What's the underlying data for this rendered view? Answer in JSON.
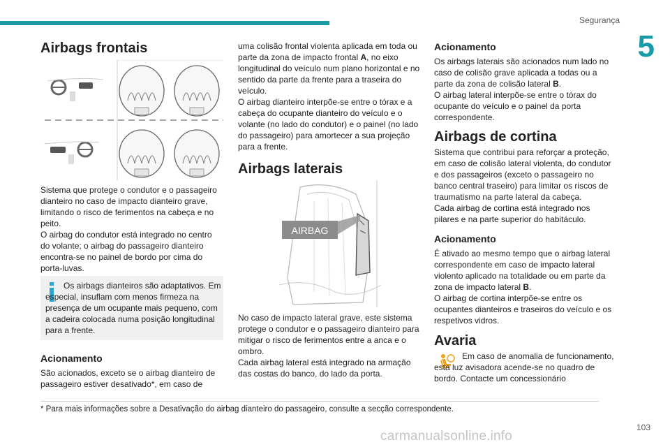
{
  "header": {
    "section": "Segurança",
    "chapter": "5"
  },
  "col1": {
    "title": "Airbags frontais",
    "p1": "Sistema que protege o condutor e o passageiro dianteiro no caso de impacto dianteiro grave, limitando o risco de ferimentos na cabeça e no peito.",
    "p2": "O airbag do condutor está integrado no centro do volante; o airbag do passageiro dianteiro encontra-se no painel de bordo por cima do porta-luvas.",
    "info": "Os airbags dianteiros são adaptativos. Em especial, insuflam com menos firmeza na presença de um ocupante mais pequeno, com a cadeira colocada numa posição longitudinal para a frente.",
    "h_acionamento": "Acionamento",
    "p3": "São acionados, exceto se o airbag dianteiro de passageiro estiver desativado*, em caso de"
  },
  "col2": {
    "p1a": "uma colisão frontal violenta aplicada em toda ou parte da zona de impacto frontal ",
    "p1b": "A",
    "p1c": ", no eixo longitudinal do veículo num plano horizontal e no sentido da parte da frente para a traseira do veículo.",
    "p2": "O airbag dianteiro interpõe-se entre o tórax e a cabeça do ocupante dianteiro do veículo e o volante (no lado do condutor) e o painel (no lado do passageiro) para amortecer a sua projeção para a frente.",
    "title": "Airbags laterais",
    "airbag_label": "AIRBAG",
    "p3": "No caso de impacto lateral grave, este sistema protege o condutor e o passageiro dianteiro para mitigar o risco de ferimentos entre a anca e o ombro.",
    "p4": "Cada airbag lateral está integrado na armação das costas do banco, do lado da porta."
  },
  "col3": {
    "h_acionamento1": "Acionamento",
    "p1a": "Os airbags laterais são acionados num lado no caso de colisão grave aplicada a todas ou a parte da zona de colisão lateral ",
    "p1b": "B",
    "p1c": ".",
    "p2": "O airbag lateral interpõe-se entre o tórax do ocupante do veículo e o painel da porta correspondente.",
    "title_cortina": "Airbags de cortina",
    "p3": "Sistema que contribui para reforçar a proteção, em caso de colisão lateral violenta, do condutor e dos passageiros (exceto o passageiro no banco central traseiro) para limitar os riscos de traumatismo na parte lateral da cabeça.",
    "p4": "Cada airbag de cortina está integrado nos pilares e na parte superior do habitáculo.",
    "h_acionamento2": "Acionamento",
    "p5": "É ativado ao mesmo tempo que o airbag lateral correspondente em caso de impacto lateral violento aplicado na totalidade ou em parte da zona de impacto lateral ",
    "p5b": "B",
    "p5c": ".",
    "p6": "O airbag de cortina interpõe-se entre os ocupantes dianteiros e traseiros do veículo e os respetivos vidros.",
    "title_avaria": "Avaria",
    "p7": "Em caso de anomalia de funcionamento, esta luz avisadora acende-se no quadro de bordo. Contacte um concessionário"
  },
  "footer": {
    "footnote": "* Para mais informações sobre a Desativação do airbag dianteiro do passageiro, consulte a secção correspondente.",
    "page": "103",
    "watermark": "carmanualsonline.info"
  }
}
